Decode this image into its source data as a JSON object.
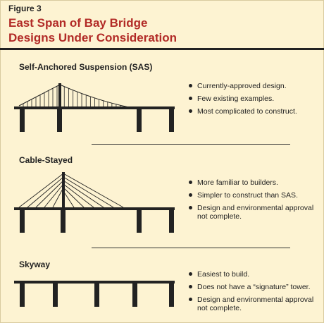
{
  "figure_label": "Figure 3",
  "title_lines": [
    "East Span of Bay Bridge",
    "Designs Under Consideration"
  ],
  "sections": [
    {
      "title": "Self-Anchored Suspension (SAS)",
      "bullets": [
        "Currently-approved design.",
        "Few existing examples.",
        "Most complicated to construct."
      ]
    },
    {
      "title": "Cable-Stayed",
      "bullets": [
        "More familiar to builders.",
        "Simpler to construct than SAS.",
        "Design and environmental approval not complete."
      ]
    },
    {
      "title": "Skyway",
      "bullets": [
        "Easiest to build.",
        "Does not have a “signature” tower.",
        "Design and environmental approval not complete."
      ]
    }
  ],
  "colors": {
    "background": "#fdf3d2",
    "title": "#b22b27",
    "structure": "#222222"
  },
  "icons": [
    "sas-bridge-icon",
    "cable-stayed-bridge-icon",
    "skyway-bridge-icon"
  ]
}
